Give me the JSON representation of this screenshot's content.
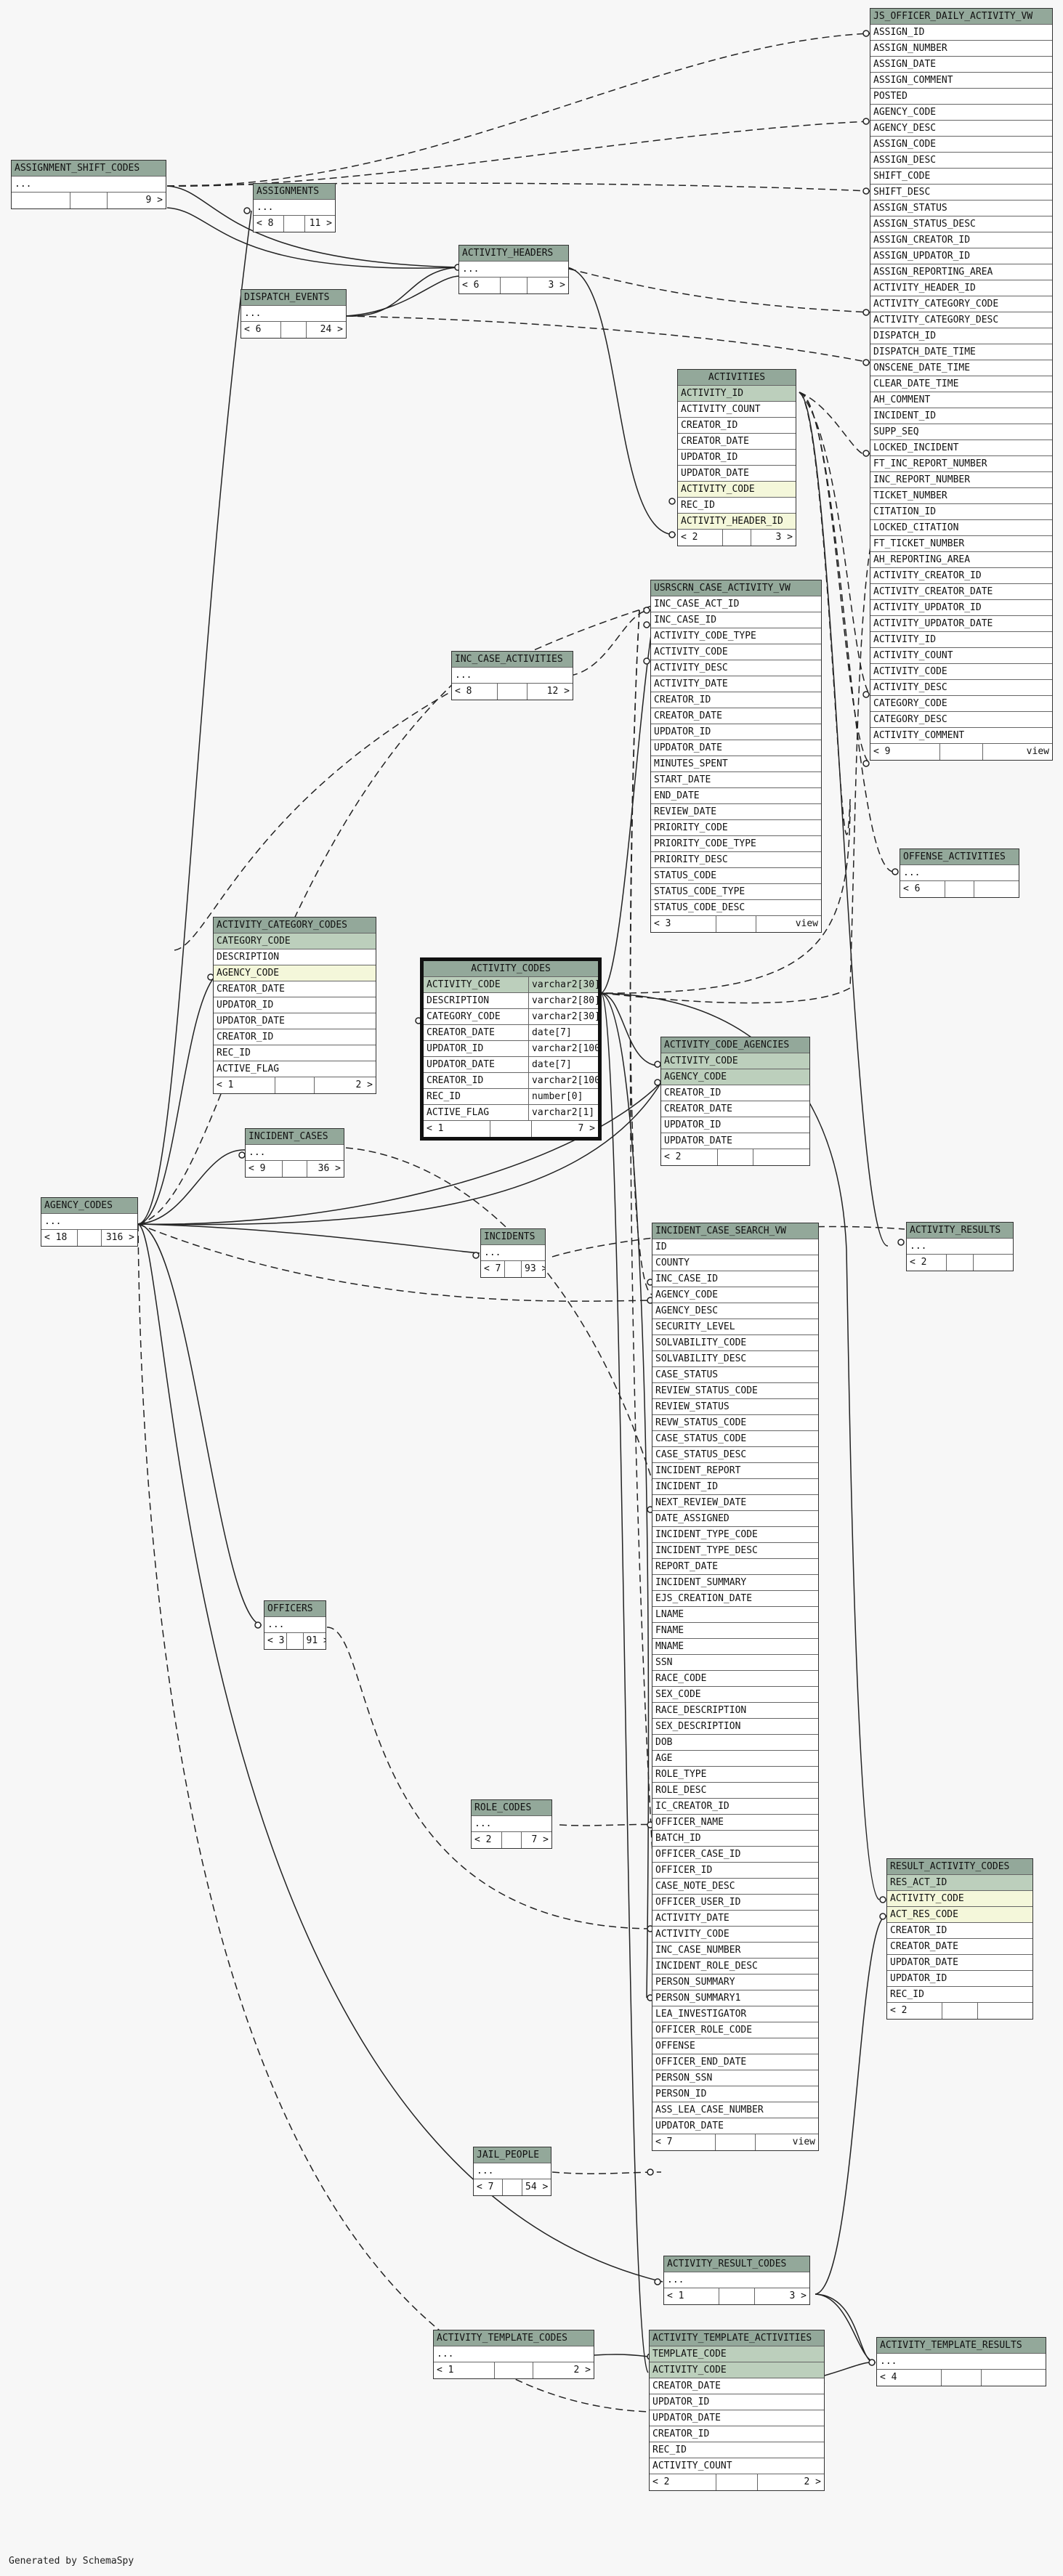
{
  "footer": "Generated by SchemaSpy",
  "tables": {
    "js_officer_daily_activity_vw": {
      "name": "JS_OFFICER_DAILY_ACTIVITY_VW",
      "columns": [
        "ASSIGN_ID",
        "ASSIGN_NUMBER",
        "ASSIGN_DATE",
        "ASSIGN_COMMENT",
        "POSTED",
        "AGENCY_CODE",
        "AGENCY_DESC",
        "ASSIGN_CODE",
        "ASSIGN_DESC",
        "SHIFT_CODE",
        "SHIFT_DESC",
        "ASSIGN_STATUS",
        "ASSIGN_STATUS_DESC",
        "ASSIGN_CREATOR_ID",
        "ASSIGN_UPDATOR_ID",
        "ASSIGN_REPORTING_AREA",
        "ACTIVITY_HEADER_ID",
        "ACTIVITY_CATEGORY_CODE",
        "ACTIVITY_CATEGORY_DESC",
        "DISPATCH_ID",
        "DISPATCH_DATE_TIME",
        "ONSCENE_DATE_TIME",
        "CLEAR_DATE_TIME",
        "AH_COMMENT",
        "INCIDENT_ID",
        "SUPP_SEQ",
        "LOCKED_INCIDENT",
        "FT_INC_REPORT_NUMBER",
        "INC_REPORT_NUMBER",
        "TICKET_NUMBER",
        "CITATION_ID",
        "LOCKED_CITATION",
        "FT_TICKET_NUMBER",
        "AH_REPORTING_AREA",
        "ACTIVITY_CREATOR_ID",
        "ACTIVITY_CREATOR_DATE",
        "ACTIVITY_UPDATOR_ID",
        "ACTIVITY_UPDATOR_DATE",
        "ACTIVITY_ID",
        "ACTIVITY_COUNT",
        "ACTIVITY_CODE",
        "ACTIVITY_DESC",
        "CATEGORY_CODE",
        "CATEGORY_DESC",
        "ACTIVITY_COMMENT"
      ],
      "footer": [
        "< 9",
        "",
        "view"
      ]
    },
    "assignment_shift_codes": {
      "name": "ASSIGNMENT_SHIFT_CODES",
      "columns": [
        "..."
      ],
      "footer": [
        "",
        "",
        "9 >"
      ]
    },
    "assignments": {
      "name": "ASSIGNMENTS",
      "columns": [
        "..."
      ],
      "footer": [
        "< 8",
        "",
        "11 >"
      ]
    },
    "dispatch_events": {
      "name": "DISPATCH_EVENTS",
      "columns": [
        "..."
      ],
      "footer": [
        "< 6",
        "",
        "24 >"
      ]
    },
    "activity_headers": {
      "name": "ACTIVITY_HEADERS",
      "columns": [
        "..."
      ],
      "footer": [
        "< 6",
        "",
        "3 >"
      ]
    },
    "activities": {
      "name": "ACTIVITIES",
      "pk": "ACTIVITY_ID",
      "columns": [
        "ACTIVITY_COUNT",
        "CREATOR_ID",
        "CREATOR_DATE",
        "UPDATOR_ID",
        "UPDATOR_DATE"
      ],
      "fk1": "ACTIVITY_CODE",
      "columns2": [
        "REC_ID"
      ],
      "fk2": "ACTIVITY_HEADER_ID",
      "footer": [
        "< 2",
        "",
        "3 >"
      ]
    },
    "usrscrn_case_activity_vw": {
      "name": "USRSCRN_CASE_ACTIVITY_VW",
      "columns": [
        "INC_CASE_ACT_ID",
        "INC_CASE_ID",
        "ACTIVITY_CODE_TYPE",
        "ACTIVITY_CODE",
        "ACTIVITY_DESC",
        "ACTIVITY_DATE",
        "CREATOR_ID",
        "CREATOR_DATE",
        "UPDATOR_ID",
        "UPDATOR_DATE",
        "MINUTES_SPENT",
        "START_DATE",
        "END_DATE",
        "REVIEW_DATE",
        "PRIORITY_CODE",
        "PRIORITY_CODE_TYPE",
        "PRIORITY_DESC",
        "STATUS_CODE",
        "STATUS_CODE_TYPE",
        "STATUS_CODE_DESC"
      ],
      "footer": [
        "< 3",
        "",
        "view"
      ]
    },
    "inc_case_activities": {
      "name": "INC_CASE_ACTIVITIES",
      "columns": [
        "..."
      ],
      "footer": [
        "< 8",
        "",
        "12 >"
      ]
    },
    "offense_activities": {
      "name": "OFFENSE_ACTIVITIES",
      "columns": [
        "..."
      ],
      "footer": [
        "< 6",
        "",
        ""
      ]
    },
    "activity_category_codes": {
      "name": "ACTIVITY_CATEGORY_CODES",
      "pk": "CATEGORY_CODE",
      "columns": [
        "DESCRIPTION"
      ],
      "fk1": "AGENCY_CODE",
      "columns2": [
        "CREATOR_DATE",
        "UPDATOR_ID",
        "UPDATOR_DATE",
        "CREATOR_ID",
        "REC_ID",
        "ACTIVE_FLAG"
      ],
      "footer": [
        "< 1",
        "",
        "2 >"
      ]
    },
    "activity_codes": {
      "name": "ACTIVITY_CODES",
      "pk": [
        "ACTIVITY_CODE",
        "varchar2[30]"
      ],
      "rows": [
        [
          "DESCRIPTION",
          "varchar2[80]"
        ],
        [
          "CATEGORY_CODE",
          "varchar2[30]"
        ],
        [
          "CREATOR_DATE",
          "date[7]"
        ],
        [
          "UPDATOR_ID",
          "varchar2[100]"
        ],
        [
          "UPDATOR_DATE",
          "date[7]"
        ],
        [
          "CREATOR_ID",
          "varchar2[100]"
        ],
        [
          "REC_ID",
          "number[0]"
        ],
        [
          "ACTIVE_FLAG",
          "varchar2[1]"
        ]
      ],
      "footer": [
        "< 1",
        "",
        "7 >"
      ]
    },
    "activity_code_agencies": {
      "name": "ACTIVITY_CODE_AGENCIES",
      "pk": "ACTIVITY_CODE",
      "pk2": "AGENCY_CODE",
      "columns": [
        "CREATOR_ID",
        "CREATOR_DATE",
        "UPDATOR_ID",
        "UPDATOR_DATE"
      ],
      "footer": [
        "< 2",
        "",
        ""
      ]
    },
    "incident_cases": {
      "name": "INCIDENT_CASES",
      "columns": [
        "..."
      ],
      "footer": [
        "< 9",
        "",
        "36 >"
      ]
    },
    "agency_codes": {
      "name": "AGENCY_CODES",
      "columns": [
        "..."
      ],
      "footer": [
        "< 18",
        "",
        "316 >"
      ]
    },
    "incidents": {
      "name": "INCIDENTS",
      "columns": [
        "..."
      ],
      "footer": [
        "< 7",
        "",
        "93 >"
      ]
    },
    "incident_case_search_vw": {
      "name": "INCIDENT_CASE_SEARCH_VW",
      "columns": [
        "ID",
        "COUNTY",
        "INC_CASE_ID",
        "AGENCY_CODE",
        "AGENCY_DESC",
        "SECURITY_LEVEL",
        "SOLVABILITY_CODE",
        "SOLVABILITY_DESC",
        "CASE_STATUS",
        "REVIEW_STATUS_CODE",
        "REVIEW_STATUS",
        "REVW_STATUS_CODE",
        "CASE_STATUS_CODE",
        "CASE_STATUS_DESC",
        "INCIDENT_REPORT",
        "INCIDENT_ID",
        "NEXT_REVIEW_DATE",
        "DATE_ASSIGNED",
        "INCIDENT_TYPE_CODE",
        "INCIDENT_TYPE_DESC",
        "REPORT_DATE",
        "INCIDENT_SUMMARY",
        "EJS_CREATION_DATE",
        "LNAME",
        "FNAME",
        "MNAME",
        "SSN",
        "RACE_CODE",
        "SEX_CODE",
        "RACE_DESCRIPTION",
        "SEX_DESCRIPTION",
        "DOB",
        "AGE",
        "ROLE_TYPE",
        "ROLE_DESC",
        "IC_CREATOR_ID",
        "OFFICER_NAME",
        "BATCH_ID",
        "OFFICER_CASE_ID",
        "OFFICER_ID",
        "CASE_NOTE_DESC",
        "OFFICER_USER_ID",
        "ACTIVITY_DATE",
        "ACTIVITY_CODE",
        "INC_CASE_NUMBER",
        "INCIDENT_ROLE_DESC",
        "PERSON_SUMMARY",
        "PERSON_SUMMARY1",
        "LEA_INVESTIGATOR",
        "OFFICER_ROLE_CODE",
        "OFFENSE",
        "OFFICER_END_DATE",
        "PERSON_SSN",
        "PERSON_ID",
        "ASS_LEA_CASE_NUMBER",
        "UPDATOR_DATE"
      ],
      "footer": [
        "< 7",
        "",
        "view"
      ]
    },
    "activity_results": {
      "name": "ACTIVITY_RESULTS",
      "columns": [
        "..."
      ],
      "footer": [
        "< 2",
        "",
        ""
      ]
    },
    "officers": {
      "name": "OFFICERS",
      "columns": [
        "..."
      ],
      "footer": [
        "< 3",
        "",
        "91 >"
      ]
    },
    "role_codes": {
      "name": "ROLE_CODES",
      "columns": [
        "..."
      ],
      "footer": [
        "< 2",
        "",
        "7 >"
      ]
    },
    "result_activity_codes": {
      "name": "RESULT_ACTIVITY_CODES",
      "pk": "RES_ACT_ID",
      "fk1": "ACTIVITY_CODE",
      "fk2": "ACT_RES_CODE",
      "columns": [
        "CREATOR_ID",
        "CREATOR_DATE",
        "UPDATOR_DATE",
        "UPDATOR_ID",
        "REC_ID"
      ],
      "footer": [
        "< 2",
        "",
        ""
      ]
    },
    "jail_people": {
      "name": "JAIL_PEOPLE",
      "columns": [
        "..."
      ],
      "footer": [
        "< 7",
        "",
        "54 >"
      ]
    },
    "activity_result_codes": {
      "name": "ACTIVITY_RESULT_CODES",
      "columns": [
        "..."
      ],
      "footer": [
        "< 1",
        "",
        "3 >"
      ]
    },
    "activity_template_codes": {
      "name": "ACTIVITY_TEMPLATE_CODES",
      "columns": [
        "..."
      ],
      "footer": [
        "< 1",
        "",
        "2 >"
      ]
    },
    "activity_template_activities": {
      "name": "ACTIVITY_TEMPLATE_ACTIVITIES",
      "pk": "TEMPLATE_CODE",
      "pk2": "ACTIVITY_CODE",
      "columns": [
        "CREATOR_DATE",
        "UPDATOR_ID",
        "UPDATOR_DATE",
        "CREATOR_ID",
        "REC_ID",
        "ACTIVITY_COUNT"
      ],
      "footer": [
        "< 2",
        "",
        "2 >"
      ]
    },
    "activity_template_results": {
      "name": "ACTIVITY_TEMPLATE_RESULTS",
      "columns": [
        "..."
      ],
      "footer": [
        "< 4",
        "",
        ""
      ]
    }
  }
}
